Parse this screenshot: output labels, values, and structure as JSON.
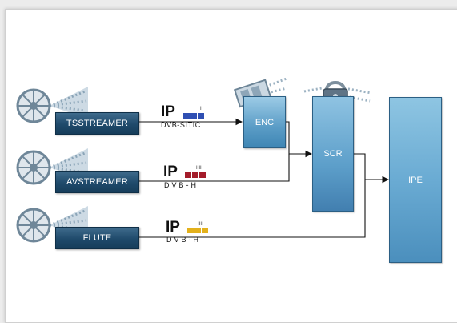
{
  "sources": [
    {
      "label": "TSSTREAMER",
      "ip_label": "IP",
      "standard": "DVB-SITIC",
      "block_color": "#2f4fb3",
      "tick_text": "II"
    },
    {
      "label": "AVSTREAMER",
      "ip_label": "IP",
      "standard": "DVB-H",
      "block_color": "#a41c2a",
      "tick_text": "IIII"
    },
    {
      "label": "FLUTE",
      "ip_label": "IP",
      "standard": "DVB-H",
      "block_color": "#e3b11c",
      "tick_text": "IIII"
    }
  ],
  "processors": {
    "encoder": "ENC",
    "scrambler": "SCR",
    "ipe": "IPE"
  },
  "colors": {
    "source_box": "#1f4a6b",
    "processor_box": "#5a9cc6",
    "line": "#111111"
  },
  "icons": {
    "source_icon": "film-reel-icon",
    "encoder_icon": "film-strip-icon",
    "scrambler_icon": "padlock-icon"
  }
}
